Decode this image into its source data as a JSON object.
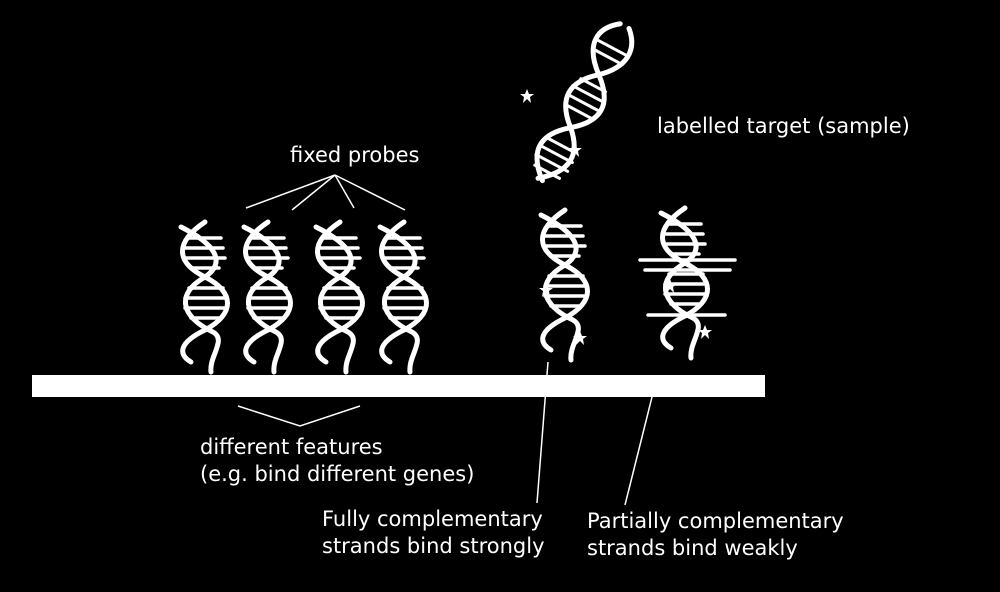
{
  "diagram": {
    "colors": {
      "background": "#000000",
      "foreground": "#ffffff"
    },
    "labels": {
      "fixed_probes": "fixed probes",
      "labelled_target": "labelled target (sample)",
      "different_features_line1": "different features",
      "different_features_line2": "(e.g. bind different genes)",
      "fully_line1": "Fully complementary",
      "fully_line2": "strands bind strongly",
      "partially_line1": "Partially complementary",
      "partially_line2": "strands bind weakly"
    }
  }
}
